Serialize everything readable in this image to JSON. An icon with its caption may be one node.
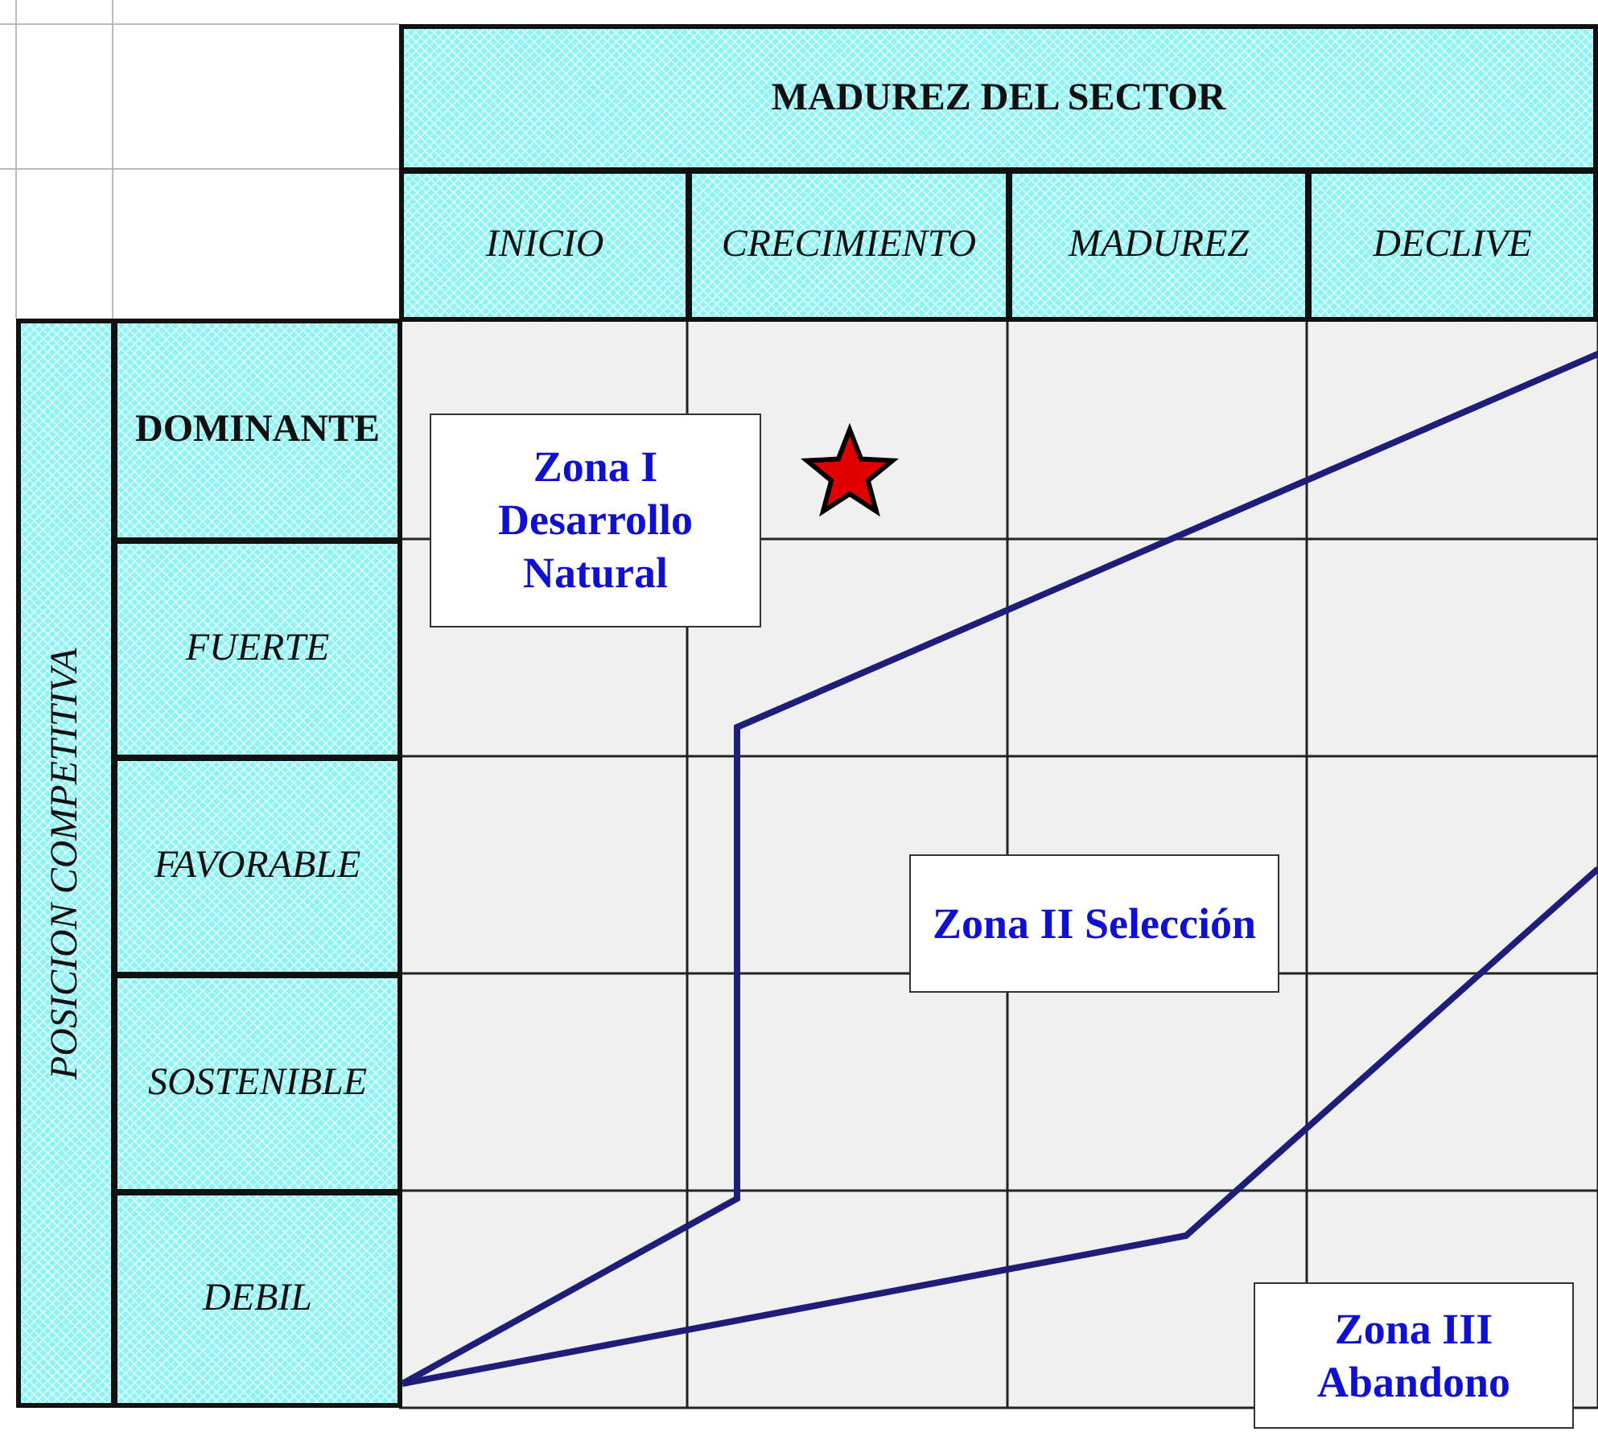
{
  "diagram": {
    "nodes": [
      {
        "text": [
          "Zona I Desarrollo Natural"
        ]
      },
      {
        "text": [
          "Zona II Selección"
        ]
      },
      {
        "text": [
          "Zona III Abandono"
        ]
      }
    ],
    "labels": [
      "MADUREZ DEL SECTOR",
      "INICIO",
      "CRECIMIENTO",
      "MADUREZ",
      "DECLIVE",
      "POSICION COMPETITIVA",
      "DOMINANTE",
      "FUERTE",
      "FAVORABLE",
      "SOSTENIBLE",
      "DEBIL"
    ]
  }
}
